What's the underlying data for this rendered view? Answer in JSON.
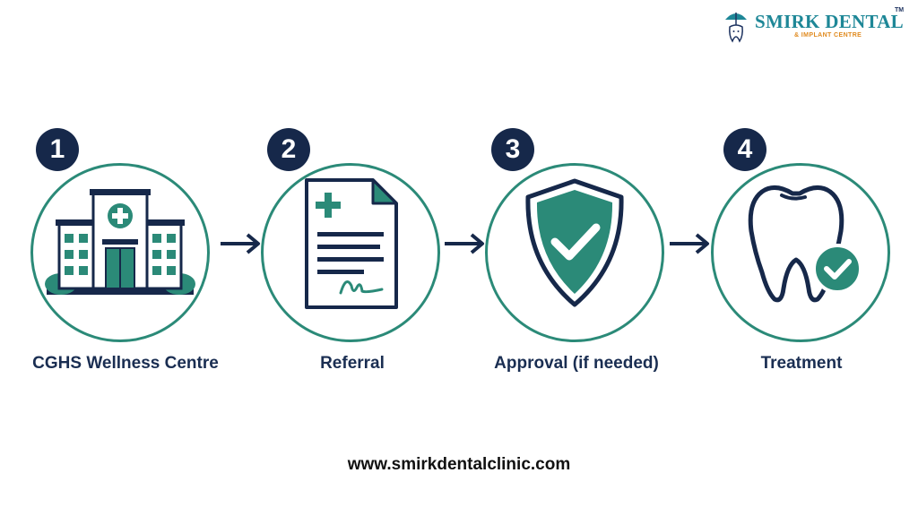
{
  "brand": {
    "name": "SMIRK DENTAL",
    "trademark": "TM",
    "subtitle": "& IMPLANT CENTRE"
  },
  "steps": [
    {
      "number": "1",
      "label": "CGHS Wellness Centre",
      "icon": "hospital-icon"
    },
    {
      "number": "2",
      "label": "Referral",
      "icon": "document-icon"
    },
    {
      "number": "3",
      "label": "Approval (if needed)",
      "icon": "shield-check-icon"
    },
    {
      "number": "4",
      "label": "Treatment",
      "icon": "tooth-check-icon"
    }
  ],
  "footer": {
    "url": "www.smirkdentalclinic.com"
  },
  "colors": {
    "navy": "#16284a",
    "green": "#2b8a78",
    "teal": "#1e8797",
    "orange": "#e08a1e"
  }
}
